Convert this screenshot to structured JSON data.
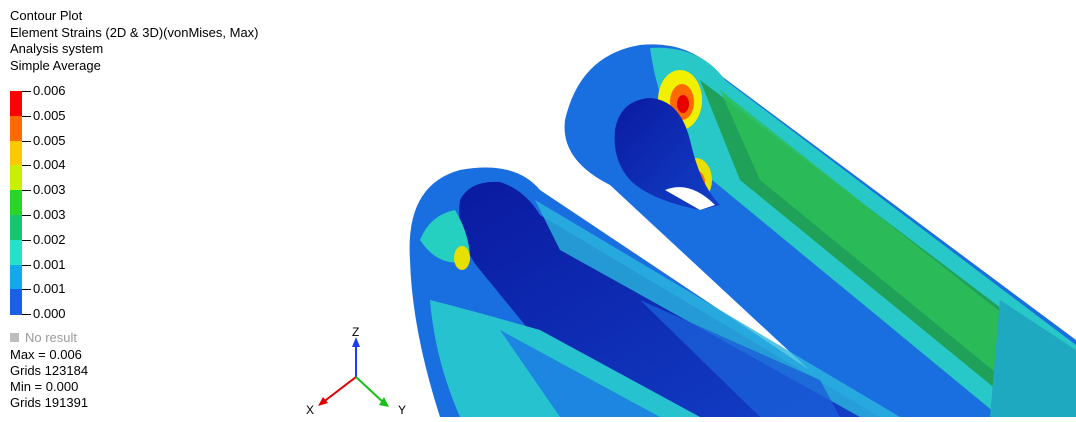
{
  "header": {
    "line1": "Contour Plot",
    "line2": "Element Strains (2D & 3D)(vonMises, Max)",
    "line3": "Analysis system",
    "line4": "Simple Average"
  },
  "legend": {
    "labels": [
      "0.006",
      "0.005",
      "0.005",
      "0.004",
      "0.003",
      "0.003",
      "0.002",
      "0.001",
      "0.001",
      "0.000"
    ],
    "colors": [
      "#ff0000",
      "#ff6a00",
      "#ffc800",
      "#c8f000",
      "#2ad52a",
      "#17c470",
      "#26e0c8",
      "#12a8ec",
      "#1a5fe6",
      "#0707b8"
    ]
  },
  "no_result": "No result",
  "stats": {
    "max": "Max = 0.006",
    "grids_max": "Grids 123184",
    "min": "Min = 0.000",
    "grids_min": "Grids 191391"
  },
  "triad": {
    "x": "X",
    "y": "Y",
    "z": "Z"
  }
}
